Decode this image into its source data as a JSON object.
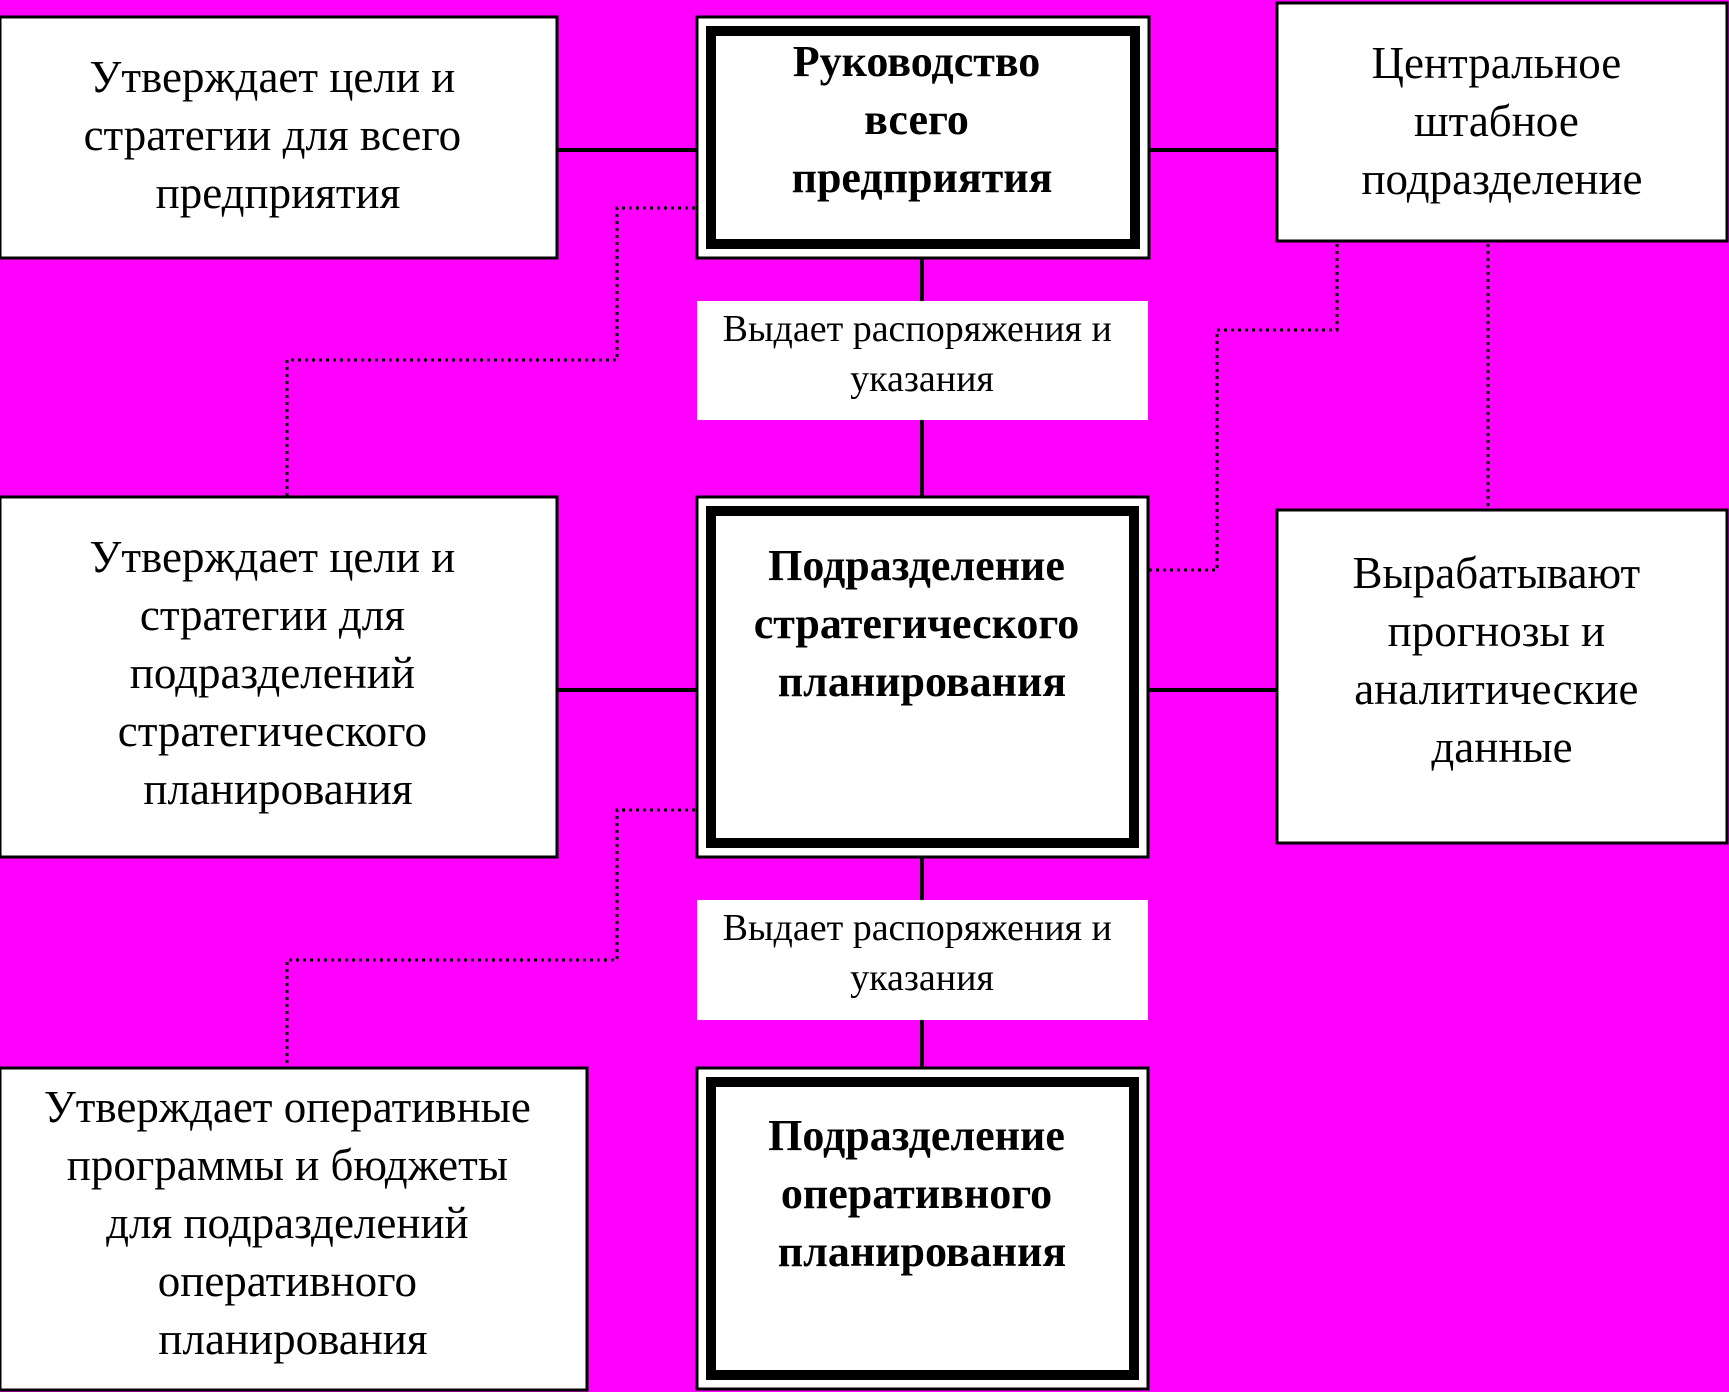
{
  "diagram": {
    "top_center": [
      "Руководство",
      "всего",
      "предприятия"
    ],
    "top_left": [
      "Утверждает цели и",
      "стратегии для всего",
      "предприятия"
    ],
    "top_right": [
      "Центральное",
      "штабное",
      "подразделение"
    ],
    "label_upper": [
      "Выдает распоряжения и",
      "указания"
    ],
    "mid_center": [
      "Подразделение",
      "стратегического",
      "планирования"
    ],
    "mid_left": [
      "Утверждает цели и",
      "стратегии для",
      "подразделений",
      "стратегического",
      "планирования"
    ],
    "mid_right": [
      "Вырабатывают",
      "прогнозы и",
      "аналитические",
      "данные"
    ],
    "label_lower": [
      "Выдает распоряжения и",
      "указания"
    ],
    "bottom_center": [
      "Подразделение",
      "оперативного",
      "планирования"
    ],
    "bottom_left": [
      "Утверждает оперативные",
      "программы и бюджеты",
      "для подразделений",
      "оперативного",
      "планирования"
    ]
  }
}
